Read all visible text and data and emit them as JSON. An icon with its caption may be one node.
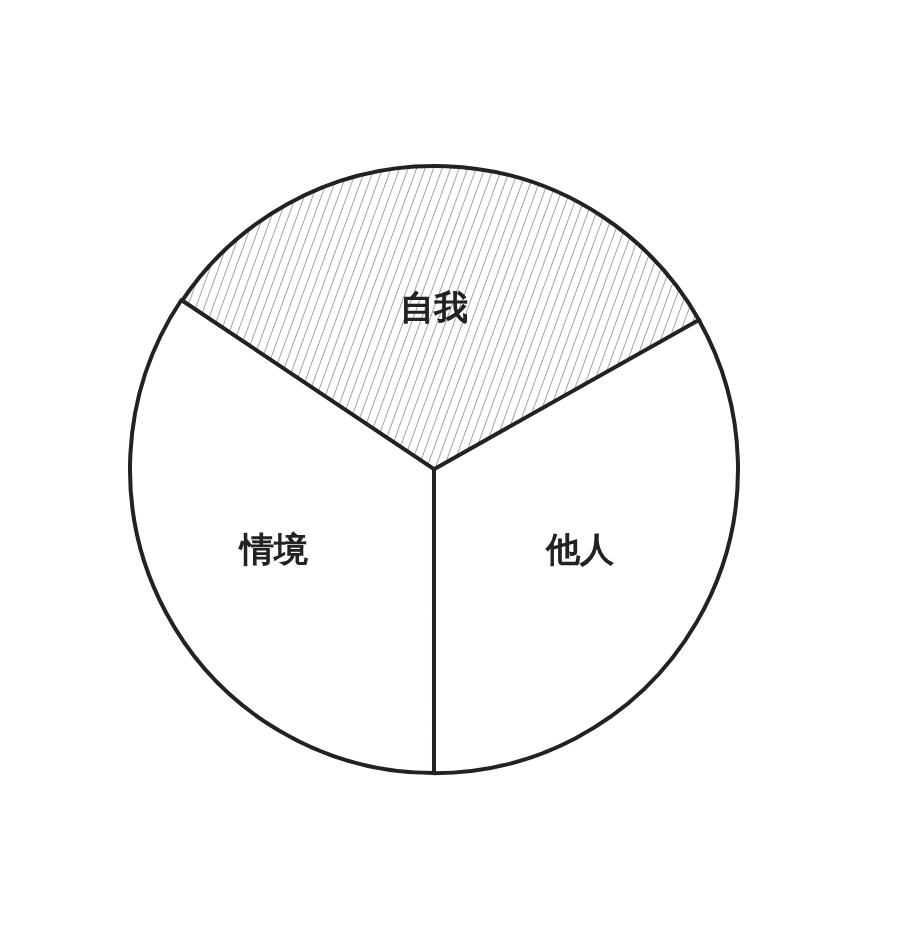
{
  "diagram": {
    "nodes": [
      {
        "text": [
          "自我"
        ]
      },
      {
        "text": [
          "情境"
        ]
      },
      {
        "text": [
          "他人"
        ]
      }
    ]
  }
}
